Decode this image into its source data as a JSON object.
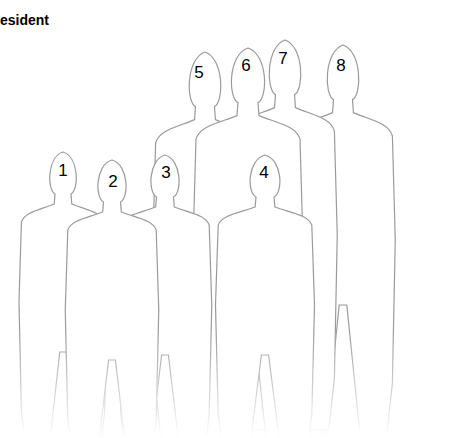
{
  "diagram": {
    "labels": [
      "esident",
      "1",
      "2",
      "3",
      "4",
      "5",
      "6",
      "7",
      "8"
    ]
  }
}
